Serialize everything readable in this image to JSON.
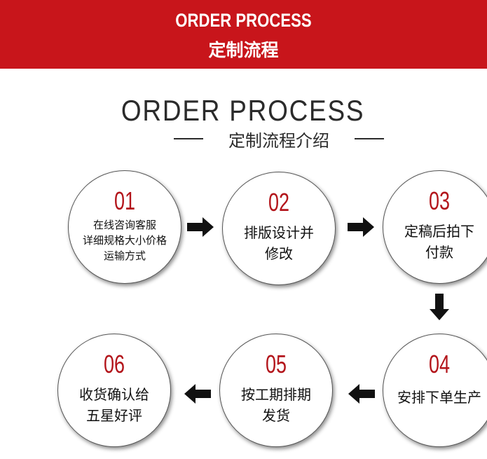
{
  "banner": {
    "title": "ORDER PROCESS",
    "subtitle": "定制流程",
    "color": "#c8151b"
  },
  "heading": {
    "title": "ORDER PROCESS",
    "subtitle": "定制流程介绍"
  },
  "steps": [
    {
      "number": "01",
      "line1": "在线咨询客服",
      "line2": "详细规格大小价格",
      "line3": "运输方式"
    },
    {
      "number": "02",
      "line1": "排版设计并",
      "line2": "修改"
    },
    {
      "number": "03",
      "line1": "定稿后拍下",
      "line2": "付款"
    },
    {
      "number": "04",
      "line1": "安排下单生产"
    },
    {
      "number": "05",
      "line1": "按工期排期",
      "line2": "发货"
    },
    {
      "number": "06",
      "line1": "收货确认给",
      "line2": "五星好评"
    }
  ],
  "arrows": [
    {
      "direction": "right-arrow-icon"
    },
    {
      "direction": "right-arrow-icon"
    },
    {
      "direction": "down-arrow-icon"
    },
    {
      "direction": "left-arrow-icon"
    },
    {
      "direction": "left-arrow-icon"
    }
  ]
}
